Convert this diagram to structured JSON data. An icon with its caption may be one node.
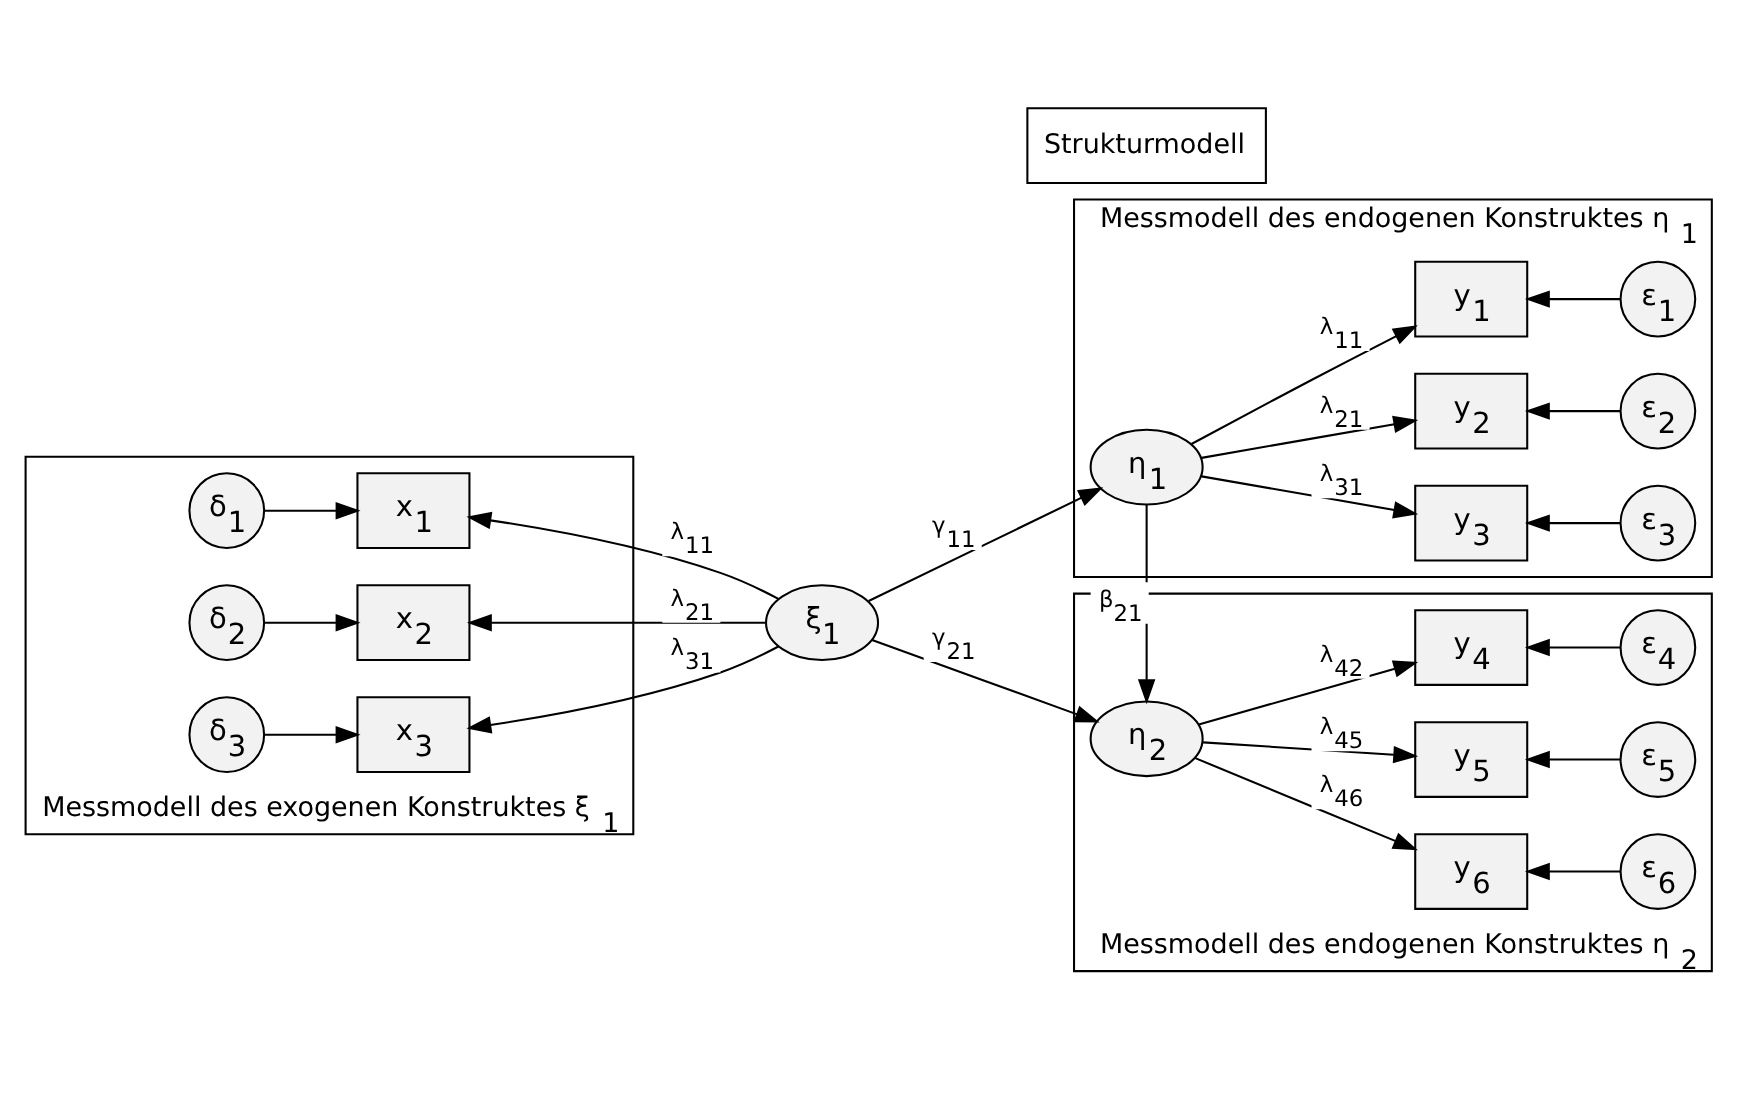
{
  "diagram": {
    "nodes": [
      {
        "text": [
          "Messmodell des exogenen Konstruktes ξ$_{1}$"
        ]
      },
      {
        "text": [
          "δ$_{1}$"
        ],
        "in": 0
      },
      {
        "text": [
          "x$_{1}$"
        ],
        "in": 0
      },
      {
        "text": [
          "δ$_{2}$"
        ],
        "in": 0
      },
      {
        "text": [
          "x$_{2}$"
        ],
        "in": 0
      },
      {
        "text": [
          "δ$_{3}$"
        ],
        "in": 0
      },
      {
        "text": [
          "x$_{3}$"
        ],
        "in": 0
      },
      {
        "text": [
          "Strukturmodell"
        ]
      },
      {
        "text": [
          "ξ$_{1}$"
        ]
      },
      {
        "text": [
          "Messmodell des endogenen Konstruktes η$_{1}$"
        ]
      },
      {
        "text": [
          "η$_{1}$"
        ],
        "in": 9
      },
      {
        "text": [
          "y$_{1}$"
        ],
        "in": 9
      },
      {
        "text": [
          "ε$_{1}$"
        ],
        "in": 9
      },
      {
        "text": [
          "y$_{2}$"
        ],
        "in": 9
      },
      {
        "text": [
          "ε$_{2}$"
        ],
        "in": 9
      },
      {
        "text": [
          "y$_{3}$"
        ],
        "in": 9
      },
      {
        "text": [
          "ε$_{3}$"
        ],
        "in": 9
      },
      {
        "text": [
          "Messmodell des endogenen Konstruktes η$_{2}$"
        ]
      },
      {
        "text": [
          "η$_{2}$"
        ],
        "in": 17
      },
      {
        "text": [
          "y$_{4}$"
        ],
        "in": 17
      },
      {
        "text": [
          "ε$_{4}$"
        ],
        "in": 17
      },
      {
        "text": [
          "y$_{5}$"
        ],
        "in": 17
      },
      {
        "text": [
          "ε$_{5}$"
        ],
        "in": 17
      },
      {
        "text": [
          "y$_{6}$"
        ],
        "in": 17
      },
      {
        "text": [
          "ε$_{6}$"
        ],
        "in": 17
      }
    ],
    "edges": [
      {
        "from": 1,
        "to": 2,
        "arrow": "to"
      },
      {
        "from": 3,
        "to": 4,
        "arrow": "to"
      },
      {
        "from": 5,
        "to": 6,
        "arrow": "to"
      },
      {
        "from": 8,
        "to": 2,
        "arrow": "to",
        "label": "λ$_{11}$"
      },
      {
        "from": 8,
        "to": 4,
        "arrow": "to",
        "label": "λ$_{21}$"
      },
      {
        "from": 8,
        "to": 6,
        "arrow": "to",
        "label": "λ$_{31}$"
      },
      {
        "from": 8,
        "to": 10,
        "arrow": "to",
        "label": "γ$_{11}$"
      },
      {
        "from": 8,
        "to": 18,
        "arrow": "to",
        "label": "γ$_{21}$"
      },
      {
        "from": 10,
        "to": 18,
        "arrow": "to",
        "label": "β$_{21}$"
      },
      {
        "from": 10,
        "to": 11,
        "arrow": "to",
        "label": "λ$_{11}$"
      },
      {
        "from": 10,
        "to": 13,
        "arrow": "to",
        "label": "λ$_{21}$"
      },
      {
        "from": 10,
        "to": 15,
        "arrow": "to",
        "label": "λ$_{31}$"
      },
      {
        "from": 12,
        "to": 11,
        "arrow": "to"
      },
      {
        "from": 14,
        "to": 13,
        "arrow": "to"
      },
      {
        "from": 16,
        "to": 15,
        "arrow": "to"
      },
      {
        "from": 18,
        "to": 19,
        "arrow": "to",
        "label": "λ$_{42}$"
      },
      {
        "from": 18,
        "to": 21,
        "arrow": "to",
        "label": "λ$_{45}$"
      },
      {
        "from": 18,
        "to": 23,
        "arrow": "to",
        "label": "λ$_{46}$"
      },
      {
        "from": 20,
        "to": 19,
        "arrow": "to"
      },
      {
        "from": 22,
        "to": 21,
        "arrow": "to"
      },
      {
        "from": 24,
        "to": 23,
        "arrow": "to"
      }
    ]
  }
}
